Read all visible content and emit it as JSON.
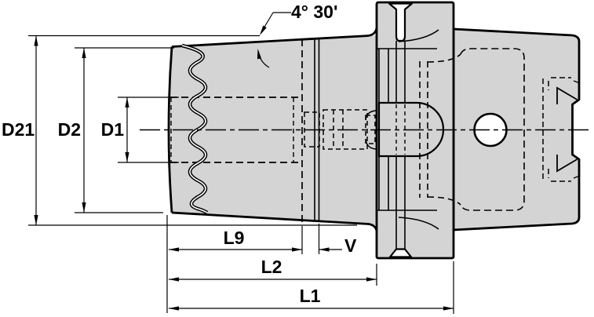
{
  "drawing": {
    "title": "tool-holder-dimension-drawing",
    "labels": {
      "d21": "D21",
      "d2": "D2",
      "d1": "D1",
      "l9": "L9",
      "l2": "L2",
      "l1": "L1",
      "v": "V",
      "taper_angle": "4° 30'"
    },
    "colors": {
      "body_fill": "#d4d4d4",
      "line": "#000000",
      "background": "#ffffff"
    }
  }
}
